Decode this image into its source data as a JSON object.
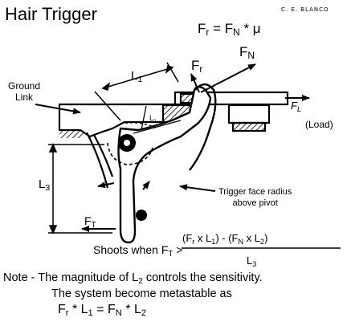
{
  "title": "Hair Trigger",
  "author": "C. E. BLANCO",
  "equations": {
    "friction": {
      "lhs": "F",
      "lhs_sub": "r",
      "eq": " = F",
      "rhs_sub": "N",
      "rest": " * μ"
    },
    "metastable": {
      "a": "F",
      "a_sub": "r",
      "b": " * L",
      "b_sub": "1",
      "c": " = F",
      "c_sub": "N",
      "d": " * L",
      "d_sub": "2"
    }
  },
  "labels": {
    "fn": {
      "main": "F",
      "sub": "N"
    },
    "fr": {
      "main": "F",
      "sub": "r"
    },
    "l1": {
      "main": "L",
      "sub": "1"
    },
    "l2": {
      "main": "L",
      "sub": "2"
    },
    "l3": {
      "main": "L",
      "sub": "3"
    },
    "ft": {
      "main": "F",
      "sub": "T"
    },
    "fl": {
      "main": "F",
      "sub": "L"
    },
    "load": "(Load)",
    "ground_line1": "Ground",
    "ground_line2": "Link",
    "trigger_line1": "Trigger face radius",
    "trigger_line2": "above pivot"
  },
  "shoots": {
    "prefix": "Shoots when F",
    "prefix_sub": "T",
    "gt": " >",
    "num": "(F",
    "num_s1": "r",
    "num_2": " x L",
    "num_s2": "1",
    "num_3": ") - (F",
    "num_s3": "N",
    "num_4": " x L",
    "num_s4": "2",
    "num_5": ")",
    "den": "L",
    "den_sub": "3"
  },
  "note": {
    "line1_a": "Note - The magnitude of L",
    "line1_sub": "2",
    "line1_b": " controls the sensitivity.",
    "line2": "The system become metastable as"
  }
}
